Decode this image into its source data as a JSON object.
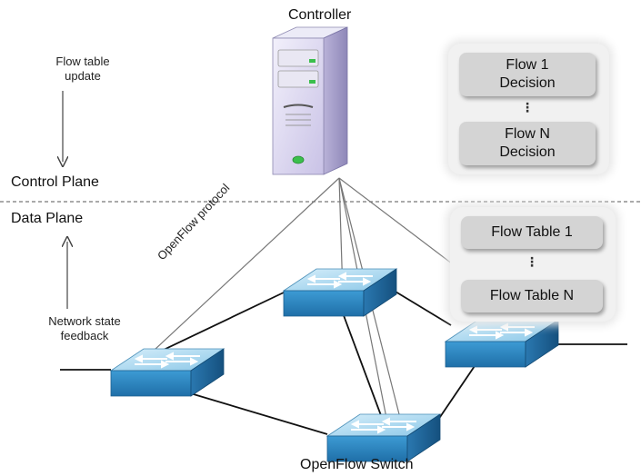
{
  "controller": {
    "label": "Controller"
  },
  "flow_table_update": {
    "line1": "Flow table",
    "line2": "update"
  },
  "control_plane": {
    "label": "Control Plane"
  },
  "data_plane": {
    "label": "Data Plane"
  },
  "network_state_feedback": {
    "line1": "Network state",
    "line2": "feedback"
  },
  "openflow_protocol": {
    "label": "OpenFlow protocol"
  },
  "openflow_switch": {
    "label": "OpenFlow Switch"
  },
  "decisions_panel": {
    "first": {
      "line1": "Flow 1",
      "line2": "Decision"
    },
    "ellipsis": "⋮",
    "last": {
      "line1": "Flow N",
      "line2": "Decision"
    }
  },
  "tables_panel": {
    "first": "Flow Table 1",
    "ellipsis": "⋮",
    "last": "Flow Table N"
  },
  "colors": {
    "switch_top": "#9fd3ee",
    "switch_front": "#2e86c1",
    "switch_side": "#1f6a9c",
    "server_body": "#ddd8f0",
    "panel_box": "#d4d4d4"
  },
  "icons": [
    "server-icon",
    "network-switch-icon"
  ]
}
